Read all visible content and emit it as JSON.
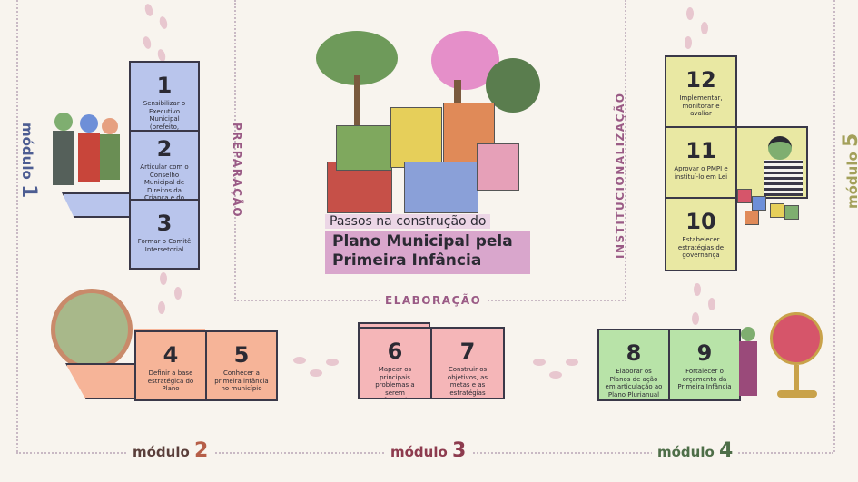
{
  "title": {
    "line1": "Passos na construção do",
    "line2": "Plano Municipal pela",
    "line3": "Primeira Infância"
  },
  "phases": {
    "preparacao": "PREPARAÇÃO",
    "elaboracao": "ELABORAÇÃO",
    "institucionalizacao": "INSTITUCIONALIZAÇÃO"
  },
  "modules": {
    "m1": {
      "word": "módulo",
      "num": "1"
    },
    "m2": {
      "word": "módulo",
      "num": "2"
    },
    "m3": {
      "word": "módulo",
      "num": "3"
    },
    "m4": {
      "word": "módulo",
      "num": "4"
    },
    "m5": {
      "word": "módulo",
      "num": "5"
    }
  },
  "steps": [
    {
      "num": "1",
      "text": "Sensibilizar o Executivo Municipal (prefeito, secretários)"
    },
    {
      "num": "2",
      "text": "Articular com o Conselho Municipal de Direitos da Criança e do Adolescente"
    },
    {
      "num": "3",
      "text": "Formar o Comitê Intersetorial"
    },
    {
      "num": "4",
      "text": "Definir a base estratégica do Plano"
    },
    {
      "num": "5",
      "text": "Conhecer a primeira infância no município"
    },
    {
      "num": "6",
      "text": "Mapear os principais problemas a serem enfrentados"
    },
    {
      "num": "7",
      "text": "Construir os objetivos, as metas e as estratégias"
    },
    {
      "num": "8",
      "text": "Elaborar os Planos de ação em articulação ao Plano Plurianual"
    },
    {
      "num": "9",
      "text": "Fortalecer o orçamento da Primeira Infância"
    },
    {
      "num": "10",
      "text": "Estabelecer estratégias de governança"
    },
    {
      "num": "11",
      "text": "Aprovar o PMPI e instituí-lo em Lei"
    },
    {
      "num": "12",
      "text": "Implementar, monitorar e avaliar"
    }
  ],
  "colors": {
    "module1": "#b9c5ec",
    "module2": "#f6b498",
    "module3": "#f5b6b8",
    "module4": "#b8e3a8",
    "module5": "#e9e8a3",
    "title_band": "#d9a6cc",
    "phase_text": "#9a5a85"
  }
}
